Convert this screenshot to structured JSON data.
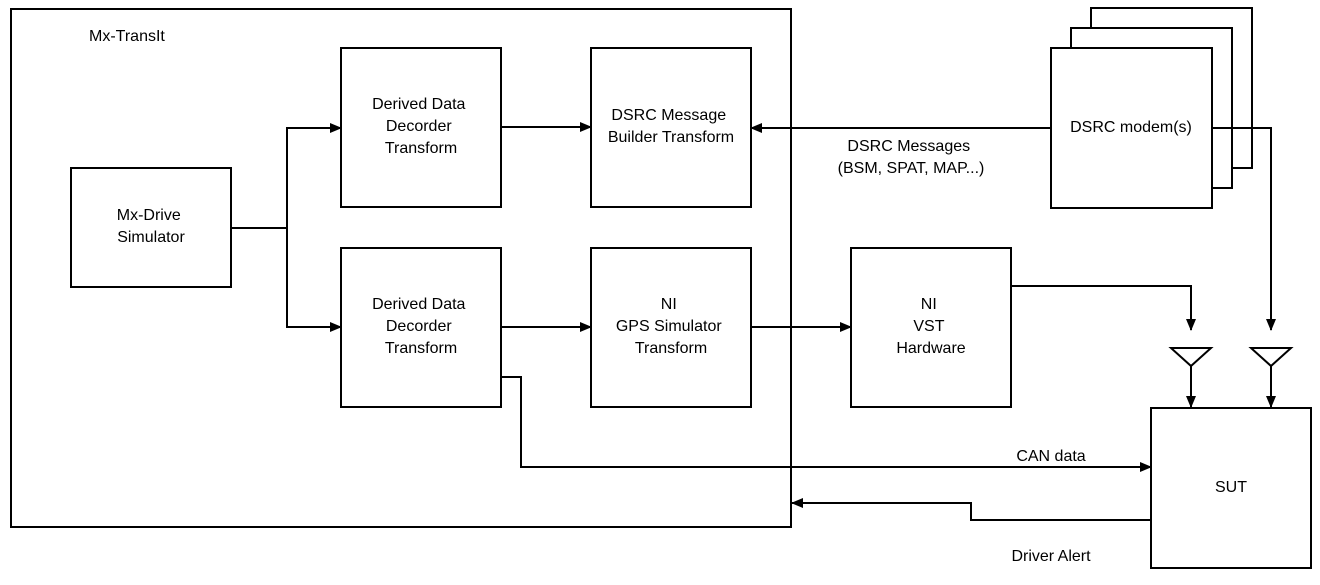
{
  "container": {
    "label": "Mx-TransIt"
  },
  "nodes": {
    "mx_drive": [
      "Mx-Drive",
      "Simulator"
    ],
    "decoder_top": [
      "Derived Data",
      "Decorder",
      "Transform"
    ],
    "decoder_bottom": [
      "Derived Data",
      "Decorder",
      "Transform"
    ],
    "dsrc_builder": [
      "DSRC Message",
      "Builder Transform"
    ],
    "gps_sim": [
      "NI",
      "GPS Simulator",
      "Transform"
    ],
    "vst": [
      "NI",
      "VST",
      "Hardware"
    ],
    "dsrc_modem": [
      "DSRC modem(s)"
    ],
    "sut": [
      "SUT"
    ]
  },
  "edge_labels": {
    "dsrc_messages": [
      "DSRC Messages",
      "(BSM, SPAT, MAP...)"
    ],
    "can_data": "CAN data",
    "driver_alert": "Driver Alert"
  }
}
